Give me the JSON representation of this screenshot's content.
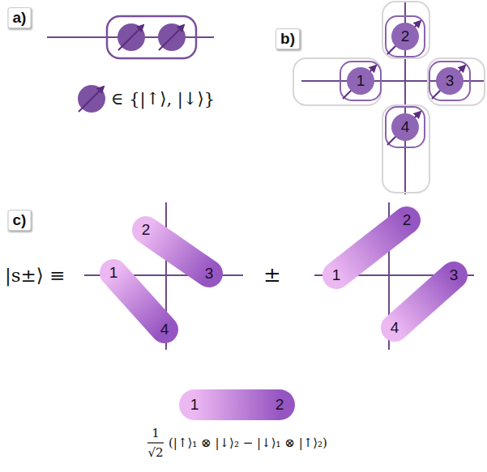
{
  "diagram": {
    "nodes": [
      {
        "text": [
          "2"
        ]
      },
      {
        "text": [
          "1"
        ]
      },
      {
        "text": [
          "3"
        ]
      },
      {
        "text": [
          "4"
        ]
      },
      {
        "text": [
          "1",
          "4"
        ]
      },
      {
        "text": [
          "2",
          "3"
        ]
      },
      {
        "text": [
          "1",
          "2"
        ]
      },
      {
        "text": [
          "4",
          "3"
        ]
      },
      {
        "text": [
          "1",
          "2"
        ]
      }
    ],
    "labels": [
      "a)",
      "∈ {|↑⟩, |↓⟩}",
      "b)",
      "c)",
      "|s±⟩ ≡",
      "±",
      "1",
      "√2",
      "(|↑⟩₁ ⊗ |↓⟩₂ − |↓⟩₁ ⊗ |↑⟩₂)"
    ]
  }
}
